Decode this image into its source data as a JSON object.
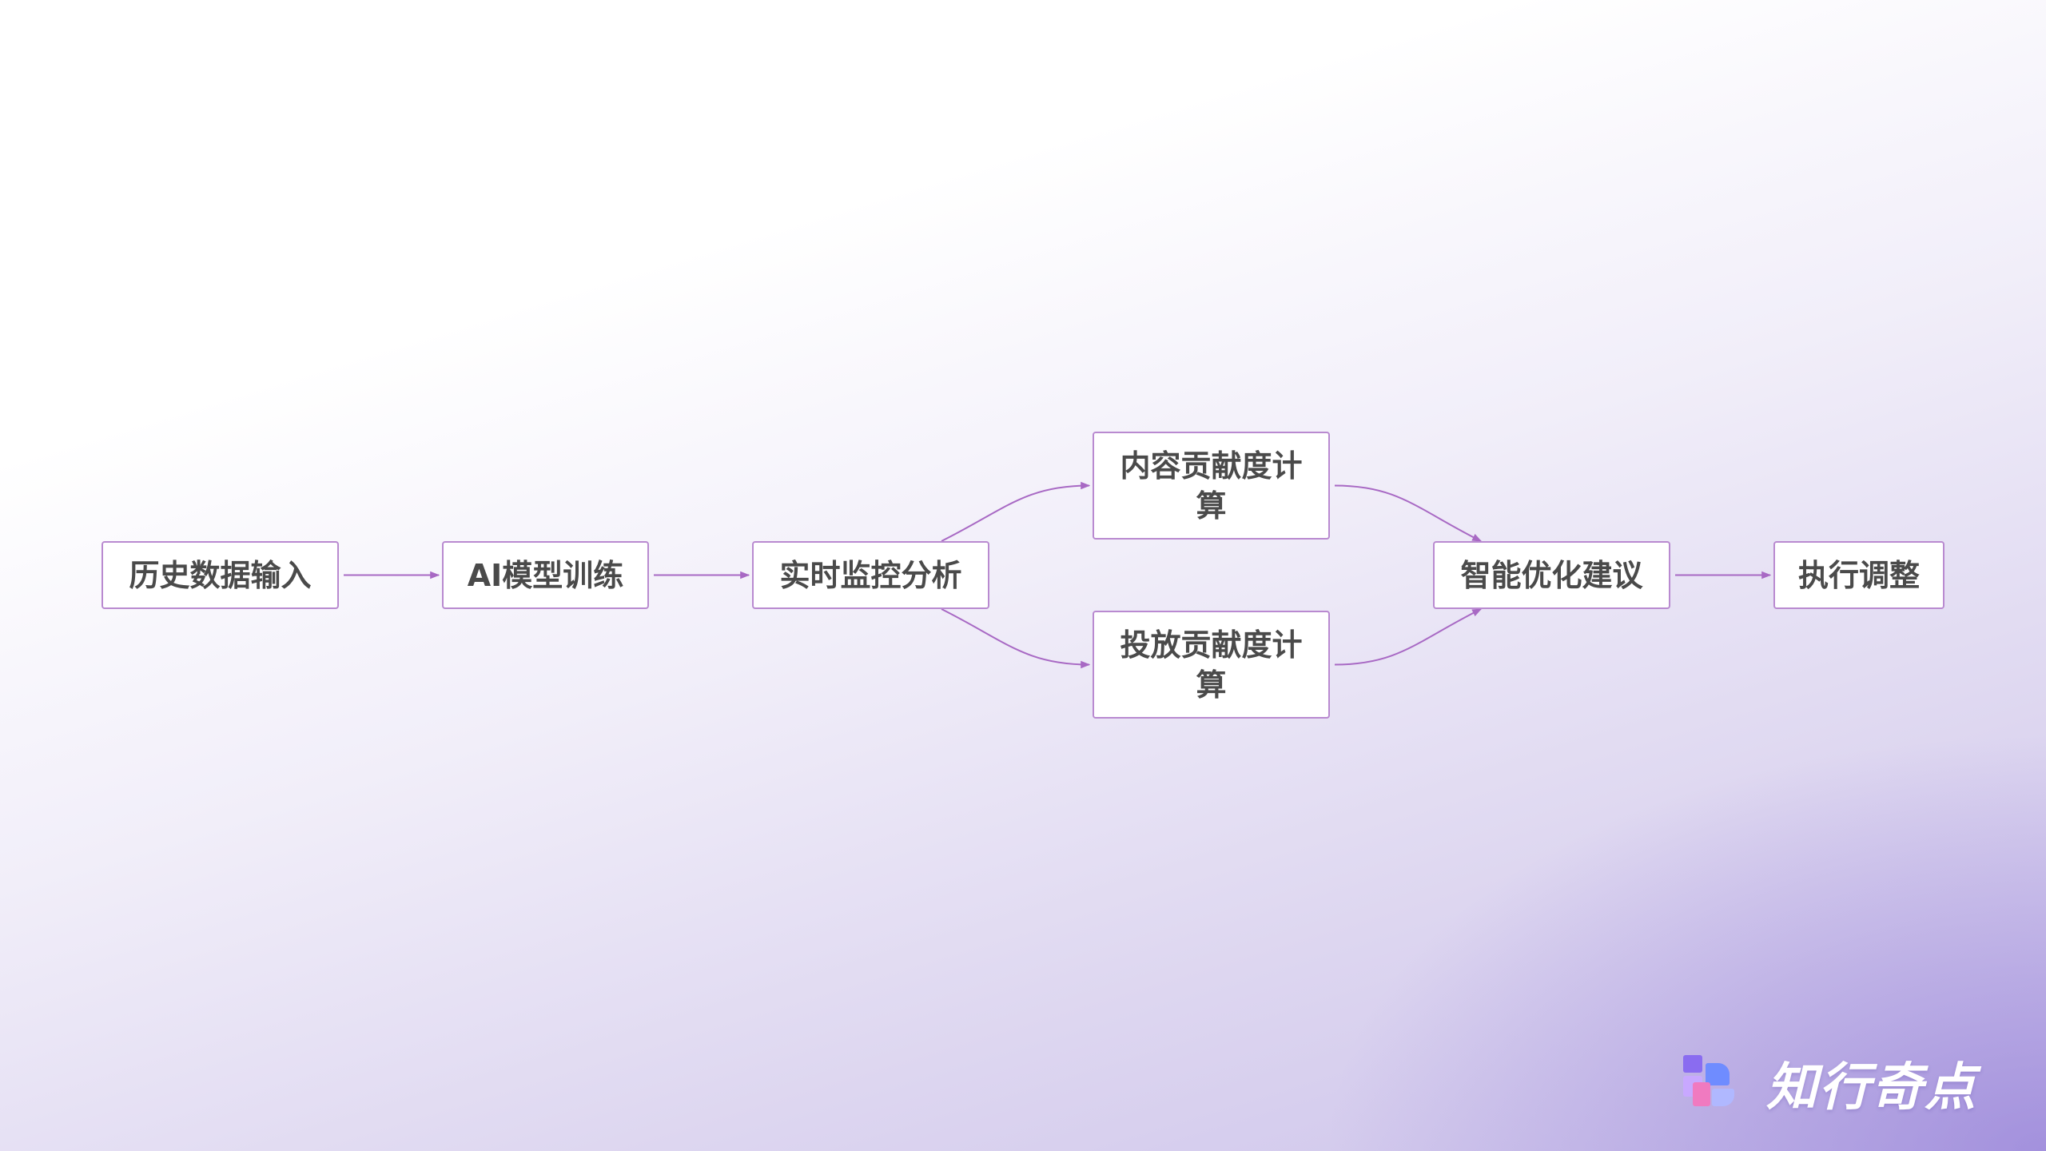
{
  "diagram": {
    "type": "flowchart",
    "nodes": [
      {
        "id": "n1",
        "label": "历史数据输入"
      },
      {
        "id": "n2",
        "label": "AI模型训练"
      },
      {
        "id": "n3",
        "label": "实时监控分析"
      },
      {
        "id": "n4",
        "label": "内容贡献度计算"
      },
      {
        "id": "n5",
        "label": "投放贡献度计算"
      },
      {
        "id": "n6",
        "label": "智能优化建议"
      },
      {
        "id": "n7",
        "label": "执行调整"
      }
    ],
    "edges": [
      {
        "from": "n1",
        "to": "n2"
      },
      {
        "from": "n2",
        "to": "n3"
      },
      {
        "from": "n3",
        "to": "n4"
      },
      {
        "from": "n3",
        "to": "n5"
      },
      {
        "from": "n4",
        "to": "n6"
      },
      {
        "from": "n5",
        "to": "n6"
      },
      {
        "from": "n6",
        "to": "n7"
      }
    ],
    "colors": {
      "node_border": "#b98ad0",
      "edge": "#a869c4",
      "text": "#4a4a4a"
    }
  },
  "brand": {
    "name": "知行奇点",
    "icon": "brand-logo-icon",
    "colors": [
      "#8a6cf0",
      "#f07ac0",
      "#6f8cff",
      "#c8a8ff"
    ]
  }
}
